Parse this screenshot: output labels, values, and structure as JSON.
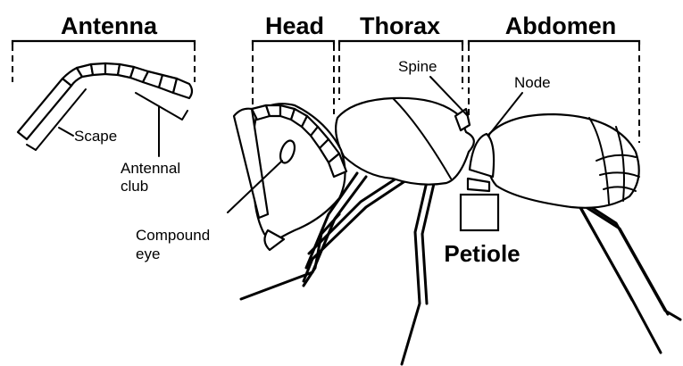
{
  "sections": {
    "antenna": "Antenna",
    "head": "Head",
    "thorax": "Thorax",
    "abdomen": "Abdomen"
  },
  "labels": {
    "scape": "Scape",
    "antennal_club_line1": "Antennal",
    "antennal_club_line2": "club",
    "compound_eye_line1": "Compound",
    "compound_eye_line2": "eye",
    "spine": "Spine",
    "node": "Node",
    "petiole": "Petiole"
  }
}
